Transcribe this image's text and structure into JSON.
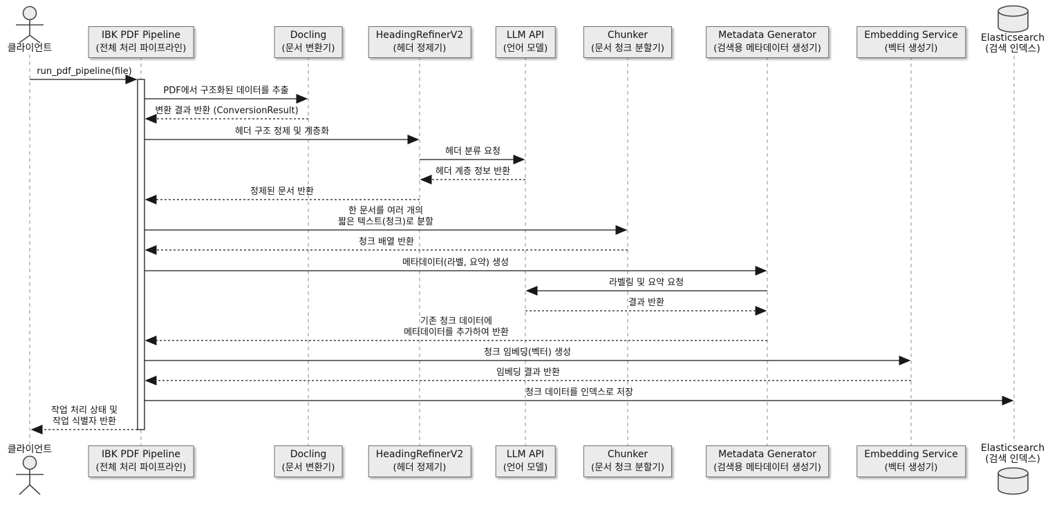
{
  "diagram": {
    "type": "uml-sequence-diagram",
    "participants": [
      {
        "name": "클라이언트",
        "subtitle": "",
        "kind": "actor"
      },
      {
        "name": "IBK PDF Pipeline",
        "subtitle": "(전체 처리 파이프라인)",
        "kind": "box"
      },
      {
        "name": "Docling",
        "subtitle": "(문서 변환기)",
        "kind": "box"
      },
      {
        "name": "HeadingRefinerV2",
        "subtitle": "(헤더 정제기)",
        "kind": "box"
      },
      {
        "name": "LLM API",
        "subtitle": "(언어 모델)",
        "kind": "box"
      },
      {
        "name": "Chunker",
        "subtitle": "(문서 청크 분할기)",
        "kind": "box"
      },
      {
        "name": "Metadata Generator",
        "subtitle": "(검색용 메타데이터 생성기)",
        "kind": "box"
      },
      {
        "name": "Embedding Service",
        "subtitle": "(벡터 생성기)",
        "kind": "box"
      },
      {
        "name": "Elasticsearch",
        "subtitle": "(검색 인덱스)",
        "kind": "database"
      }
    ],
    "messages": [
      {
        "label": "run_pdf_pipeline(file)",
        "from": "클라이언트",
        "to": "IBK PDF Pipeline",
        "line": "solid"
      },
      {
        "label": "PDF에서 구조화된 데이터를 추출",
        "from": "IBK PDF Pipeline",
        "to": "Docling",
        "line": "solid"
      },
      {
        "label": "변환 결과 반환 (ConversionResult)",
        "from": "Docling",
        "to": "IBK PDF Pipeline",
        "line": "dashed"
      },
      {
        "label": "헤더 구조 정제 및 계층화",
        "from": "IBK PDF Pipeline",
        "to": "HeadingRefinerV2",
        "line": "solid"
      },
      {
        "label": "헤더 분류 요청",
        "from": "HeadingRefinerV2",
        "to": "LLM API",
        "line": "solid"
      },
      {
        "label": "헤더 계층 정보 반환",
        "from": "LLM API",
        "to": "HeadingRefinerV2",
        "line": "dashed"
      },
      {
        "label": "정제된 문서 반환",
        "from": "HeadingRefinerV2",
        "to": "IBK PDF Pipeline",
        "line": "dashed"
      },
      {
        "label_line1": "한 문서를 여러 개의",
        "label_line2": "짧은 텍스트(청크)로 분할",
        "from": "IBK PDF Pipeline",
        "to": "Chunker",
        "line": "solid"
      },
      {
        "label": "청크 배열 반환",
        "from": "Chunker",
        "to": "IBK PDF Pipeline",
        "line": "dashed"
      },
      {
        "label": "메타데이터(라벨, 요약) 생성",
        "from": "IBK PDF Pipeline",
        "to": "Metadata Generator",
        "line": "solid"
      },
      {
        "label": "라벨링 및 요약 요청",
        "from": "Metadata Generator",
        "to": "LLM API",
        "line": "solid"
      },
      {
        "label": "결과 반환",
        "from": "LLM API",
        "to": "Metadata Generator",
        "line": "dashed"
      },
      {
        "label_line1": "기존 청크 데이터에",
        "label_line2": "메타데이터를 추가하여 반환",
        "from": "Metadata Generator",
        "to": "IBK PDF Pipeline",
        "line": "dashed"
      },
      {
        "label": "청크 임베딩(벡터) 생성",
        "from": "IBK PDF Pipeline",
        "to": "Embedding Service",
        "line": "solid"
      },
      {
        "label": "임베딩 결과 반환",
        "from": "Embedding Service",
        "to": "IBK PDF Pipeline",
        "line": "dashed"
      },
      {
        "label": "청크 데이터를 인덱스로 저장",
        "from": "IBK PDF Pipeline",
        "to": "Elasticsearch",
        "line": "solid"
      },
      {
        "label_line1": "작업 처리 상태 및",
        "label_line2": "작업 식별자 반환",
        "from": "IBK PDF Pipeline",
        "to": "클라이언트",
        "line": "dashed"
      }
    ],
    "colors": {
      "background": "#FFFFFF",
      "box_fill": "#EBEBEB",
      "box_border": "#6E6E6E",
      "arrow": "#181818",
      "lifeline": "#8C8C8C",
      "activation_fill": "#FFFFFF",
      "text": "#111111"
    }
  }
}
